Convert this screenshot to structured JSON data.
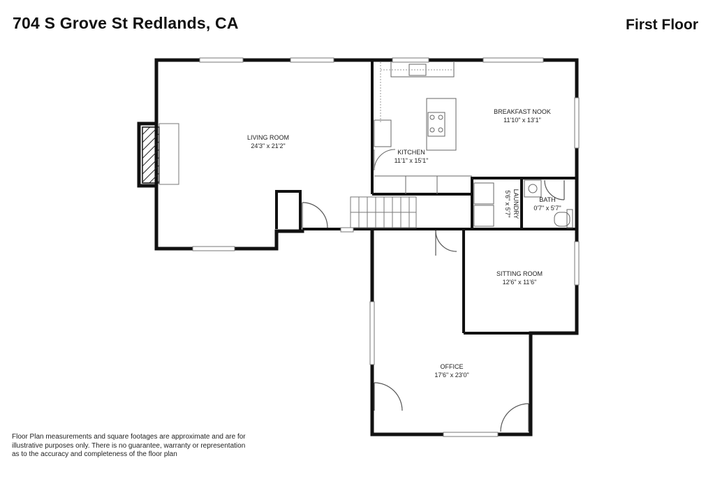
{
  "header": {
    "address": "704 S Grove St Redlands, CA",
    "floor": "First Floor"
  },
  "rooms": {
    "living": {
      "name": "LIVING ROOM",
      "size": "24'3\" x 21'2\""
    },
    "kitchen": {
      "name": "KITCHEN",
      "size": "11'1\" x 15'1\""
    },
    "breakfast": {
      "name": "BREAKFAST NOOK",
      "size": "11'10\" x 13'1\""
    },
    "laundry": {
      "name": "LAUNDRY",
      "size": "5'6\" x 5'7\""
    },
    "bath": {
      "name": "BATH",
      "size": "0'7\" x 5'7\""
    },
    "sitting": {
      "name": "SITTING ROOM",
      "size": "12'6\" x 11'6\""
    },
    "office": {
      "name": "OFFICE",
      "size": "17'6\" x 23'0\""
    }
  },
  "disclaimer": {
    "line1": "Floor Plan measurements and square footages are approximate and are for",
    "line2": "illustrative purposes only. There is no guarantee, warranty or representation",
    "line3": "as to the accuracy and completeness of the floor plan"
  },
  "colors": {
    "wall": "#111111",
    "line": "#777777"
  }
}
